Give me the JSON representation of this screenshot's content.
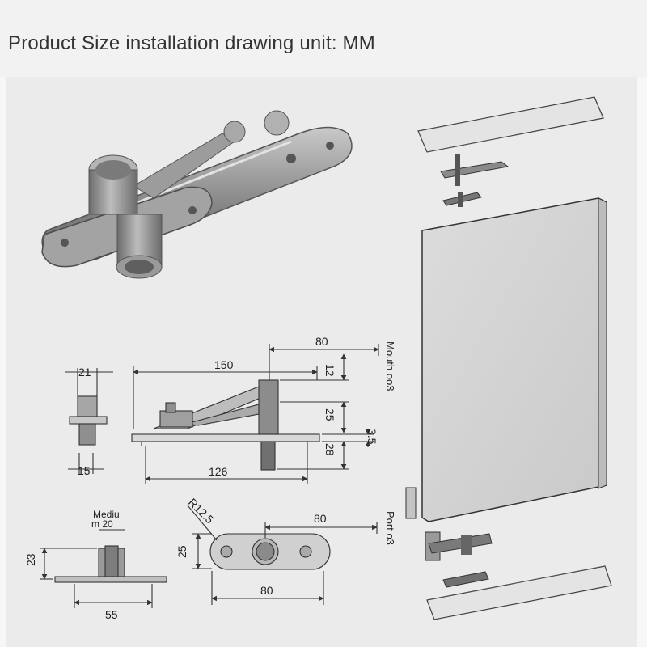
{
  "header": {
    "title": "Product Size installation drawing unit: MM"
  },
  "side_view": {
    "dim_total_length": "150",
    "dim_offset": "80",
    "dim_top": "12",
    "dim_pin_height": "25",
    "dim_plate_thickness": "3.5",
    "dim_bottom_pin": "28",
    "dim_base_length": "126",
    "note_mouth": "Mouth oo3"
  },
  "end_view": {
    "dim_width": "21",
    "dim_base": "15"
  },
  "bottom_left_view": {
    "label_medium": "Mediu m 20",
    "dim_height": "23",
    "dim_width": "55"
  },
  "top_plate_view": {
    "dim_radius": "R12.5",
    "dim_offset": "80",
    "dim_height": "25",
    "dim_length": "80",
    "note_port": "Port o3"
  }
}
